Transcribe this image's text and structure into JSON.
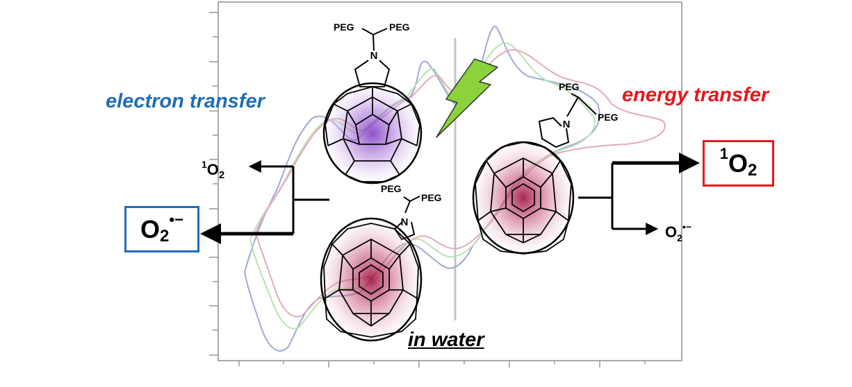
{
  "figure": {
    "left_label": "electron transfer",
    "right_label": "energy transfer",
    "bottom_label": "in water",
    "substituent": "PEG",
    "nitrogen": "N",
    "product_singlet": {
      "sup": "1",
      "base": "O",
      "sub": "2"
    },
    "product_superoxide": {
      "base": "O",
      "sub": "2",
      "sup": "•−"
    }
  },
  "colors": {
    "electron_transfer": "#1f6db7",
    "energy_transfer": "#e8161c",
    "lightning": "#8bd23c",
    "cv_blue": "#9fa8d6",
    "cv_green": "#b9e2b2",
    "cv_pink": "#e3aab8",
    "purple_glow": "#7a30c0",
    "magenta_glow": "#a0123f"
  }
}
